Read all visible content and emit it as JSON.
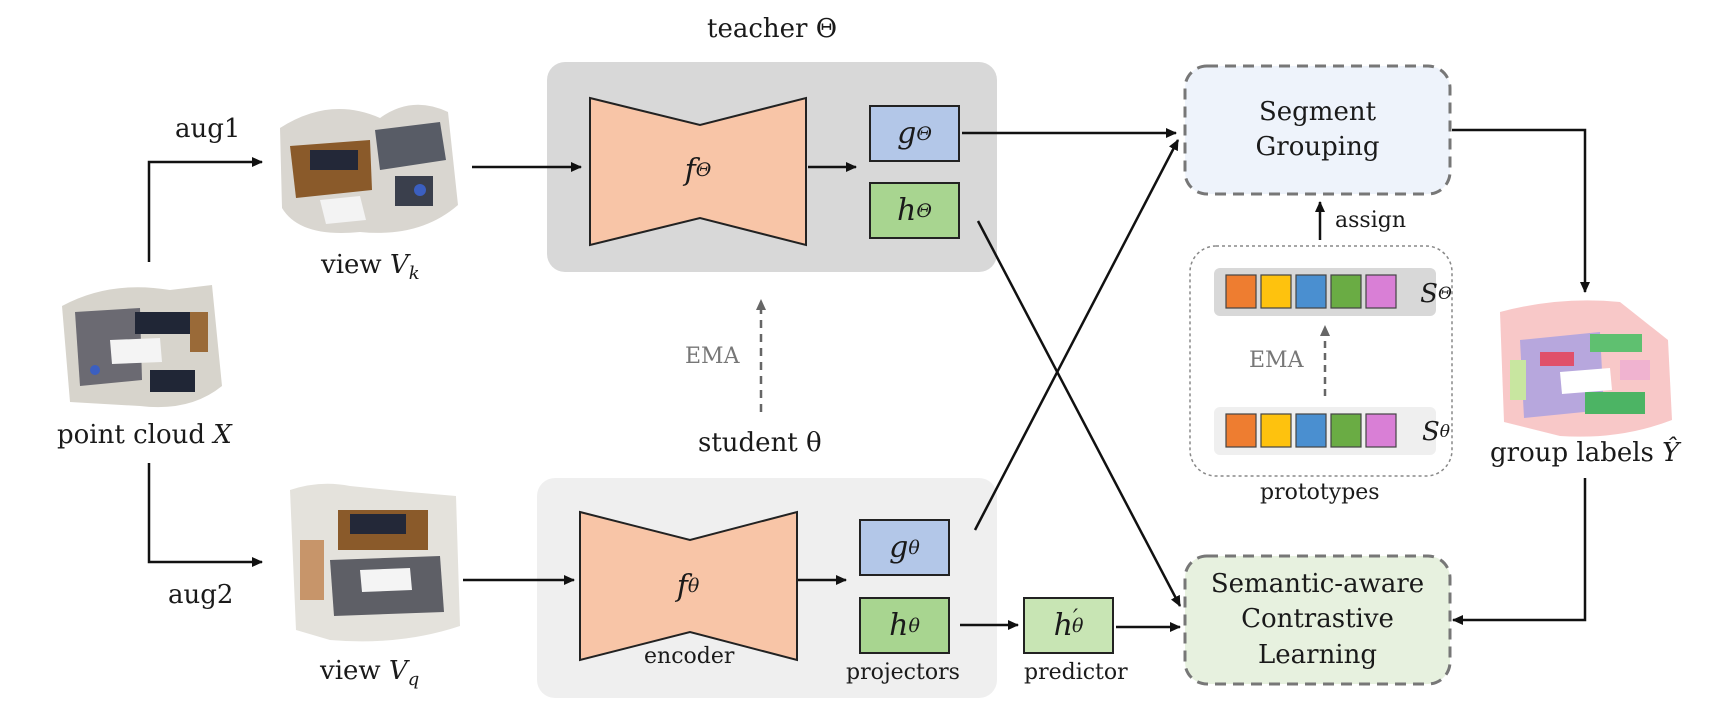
{
  "teacher": {
    "title": "teacher Θ",
    "encoder": {
      "f": "f",
      "sub": "Θ"
    },
    "g": {
      "f": "g",
      "sub": "Θ"
    },
    "h": {
      "f": "h",
      "sub": "Θ"
    }
  },
  "student": {
    "title": "student θ",
    "encoder": {
      "f": "f",
      "sub": "θ"
    },
    "g": {
      "f": "g",
      "sub": "θ"
    },
    "h": {
      "f": "h",
      "sub": "θ"
    },
    "encoder_caption": "encoder",
    "projectors_caption": "projectors"
  },
  "predictor": {
    "f": "h",
    "prime": "′",
    "sub": "θ",
    "caption": "predictor"
  },
  "ema_label": "EMA",
  "aug1": "aug1",
  "aug2": "aug2",
  "view_k": {
    "text": "view ",
    "var": "V",
    "sub": "k"
  },
  "view_q": {
    "text": "view ",
    "var": "V",
    "sub": "q"
  },
  "point_cloud": {
    "text": "point cloud ",
    "var": "X"
  },
  "segment_grouping": {
    "line1": "Segment",
    "line2": "Grouping"
  },
  "assign": "assign",
  "prototypes": {
    "caption": "prototypes",
    "ema_label": "EMA",
    "teacher_label": {
      "var": "S",
      "sub": "Θ"
    },
    "student_label": {
      "var": "S",
      "sub": "θ"
    },
    "colors": [
      "#ee7d30",
      "#fec20e",
      "#4a8fd0",
      "#6aac44",
      "#d97fd6"
    ]
  },
  "group_labels": {
    "text": "group labels ",
    "var": "Ŷ"
  },
  "contrastive": {
    "line1": "Semantic-aware",
    "line2": "Contrastive",
    "line3": "Learning"
  },
  "colors": {
    "encoder_fill": "#f8c5a7",
    "g_fill": "#b3c7e8",
    "h_fill": "#a8d590",
    "predictor_fill": "#c8e5b4",
    "teacher_panel": "#d8d8d8",
    "student_panel": "#efefef",
    "segment_fill": "#eef3fb",
    "contrastive_fill": "#e7f1df"
  }
}
